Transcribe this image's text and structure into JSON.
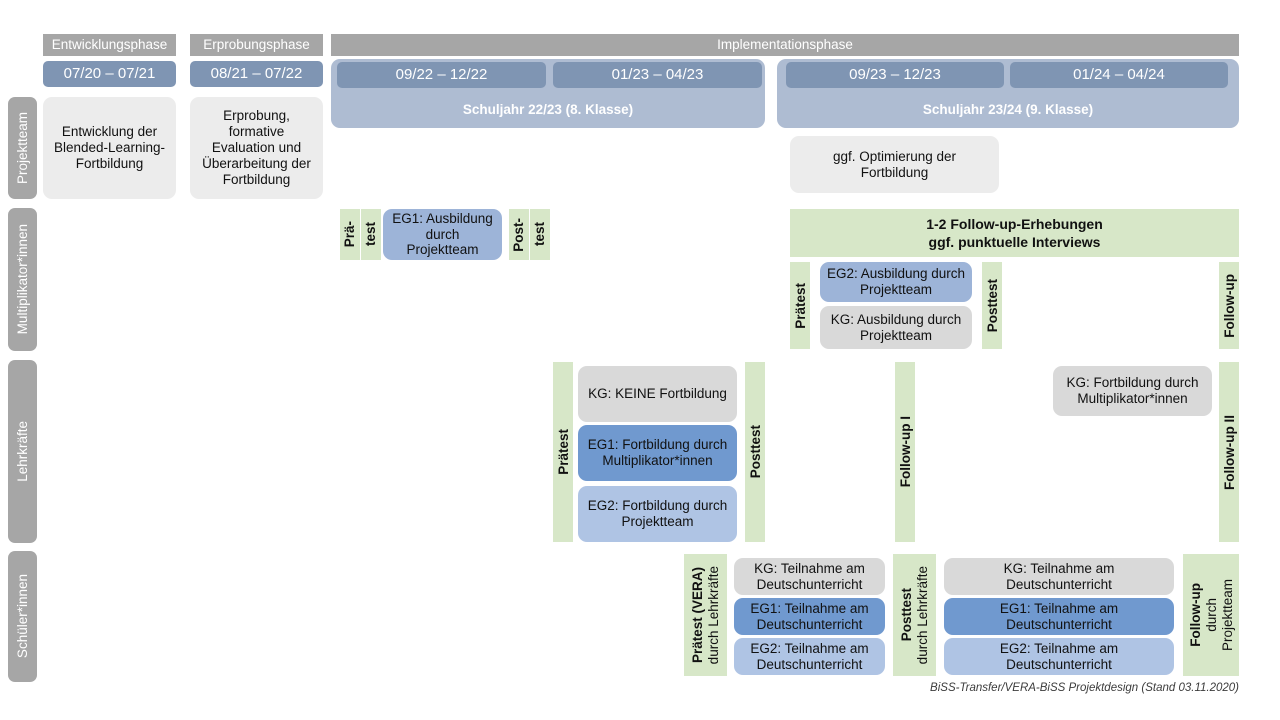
{
  "diagram": {
    "title": "BiSS-Transfer/VERA-BiSS Projektdesign",
    "footer": "BiSS-Transfer/VERA-BiSS Projektdesign (Stand 03.11.2020)"
  },
  "colors": {
    "phase_header": "#a6a6a6",
    "period_chip": "#7f95b3",
    "schoolyear_band": "#aebcd2",
    "row_label": "#a6a6a6",
    "green_bar": "#d7e7c8",
    "gray_box": "#ececec",
    "gray_box_alt": "#d9d9d9",
    "blue_mid": "#9db4d8",
    "blue_dark": "#7099cf",
    "blue_light": "#afc4e4"
  },
  "phases": [
    {
      "label": "Entwicklungsphase"
    },
    {
      "label": "Erprobungsphase"
    },
    {
      "label": "Implementationsphase"
    }
  ],
  "periods": [
    {
      "label": "07/20 – 07/21"
    },
    {
      "label": "08/21 – 07/22"
    },
    {
      "label": "09/22 – 12/22"
    },
    {
      "label": "01/23 – 04/23"
    },
    {
      "label": "09/23 – 12/23"
    },
    {
      "label": "01/24 – 04/24"
    }
  ],
  "school_years": [
    {
      "label": "Schuljahr 22/23 (8. Klasse)"
    },
    {
      "label": "Schuljahr 23/24 (9. Klasse)"
    }
  ],
  "row_labels": [
    {
      "label": "Projektteam"
    },
    {
      "label": "Multiplikator*innen"
    },
    {
      "label": "Lehrkräfte"
    },
    {
      "label": "Schüler*innen"
    }
  ],
  "projektteam": {
    "entwicklung": "Entwicklung der Blended-Learning-Fortbildung",
    "erprobung": "Erprobung, formative Evaluation und Überarbeitung der Fortbildung",
    "optimierung": "ggf. Optimierung der Fortbildung"
  },
  "multiplikatoren": {
    "praetest_line1": "Prä-",
    "praetest_line2": "test",
    "posttest_line1": "Post-",
    "posttest_line2": "test",
    "eg1_box": "EG1: Ausbildung durch Projektteam",
    "followup_banner_line1": "1-2 Follow-up-Erhebungen",
    "followup_banner_line2": "ggf. punktuelle Interviews",
    "praetest2": "Prätest",
    "posttest2": "Posttest",
    "followup": "Follow-up",
    "eg2_box": "EG2:  Ausbildung durch Projektteam",
    "kg_box": "KG: Ausbildung durch Projektteam"
  },
  "lehrkraefte": {
    "praetest": "Prätest",
    "posttest": "Posttest",
    "followup1": "Follow-up I",
    "followup2": "Follow-up II",
    "kg_keine": "KG:  KEINE Fortbildung",
    "eg1": "EG1: Fortbildung durch Multiplikator*innen",
    "eg2": "EG2: Fortbildung durch Projektteam",
    "kg_fortbildung": "KG: Fortbildung durch Multiplikator*innen"
  },
  "schueler": {
    "praetest_bold": "Prätest (VERA)",
    "praetest_sub": "durch Lehrkräfte",
    "posttest_bold": "Posttest",
    "posttest_sub": "durch Lehrkräfte",
    "followup_bold": "Follow-up",
    "followup_sub1": "durch",
    "followup_sub2": "Projektteam",
    "kg_left": "KG: Teilnahme am Deutschunterricht",
    "eg1_left": "EG1: Teilnahme am Deutschunterricht",
    "eg2_left": "EG2: Teilnahme am Deutschunterricht",
    "kg_right": "KG: Teilnahme am Deutschunterricht",
    "eg1_right": "EG1: Teilnahme am Deutschunterricht",
    "eg2_right": "EG2: Teilnahme am Deutschunterricht"
  }
}
